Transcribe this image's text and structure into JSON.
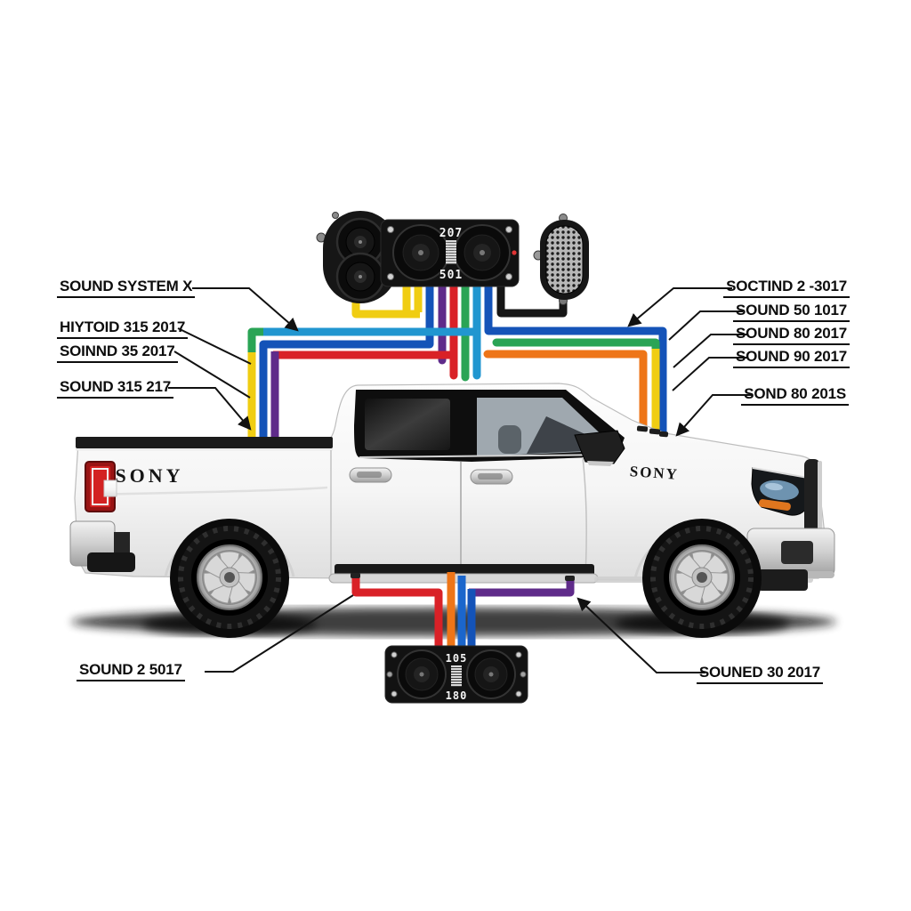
{
  "meta": {
    "description": "Wiring diagram of a truck sound system: white crew-cab pickup with SONY badges, top speaker units and bottom amplifier connected by colored wires, with underlined callout labels"
  },
  "callouts": {
    "sound_system_x": "SOUND SYSTEM X",
    "hiytoid": "HIYTOID 315 2017",
    "soinnd": "SOINND 35 2017",
    "sound_315": "SOUND 315 217",
    "soctind": "SOCTIND 2 -3017",
    "sound_50": "SOUND 50 1017",
    "sound_80": "SOUND 80 2017",
    "sound_90": "SOUND 90 2017",
    "sond_80": "SOND 80 201S",
    "sound_2_5017": "SOUND 2 5017",
    "souned_30": "SOUNED 30 2017"
  },
  "truck": {
    "badge_rear": "SONY",
    "badge_front": "SONY"
  },
  "head_unit": {
    "top_value": "207",
    "bottom_value": "501"
  },
  "amp_unit": {
    "top_value": "105",
    "bottom_value": "180"
  },
  "colors": {
    "yellow": "#f0cd12",
    "blue": "#1453b8",
    "blue2": "#1b66cc",
    "light_blue": "#2196d0",
    "green": "#2aa455",
    "red": "#d92127",
    "purple": "#5f2b8a",
    "orange": "#ee7518",
    "black_wire": "#161616",
    "line": "#111111"
  }
}
